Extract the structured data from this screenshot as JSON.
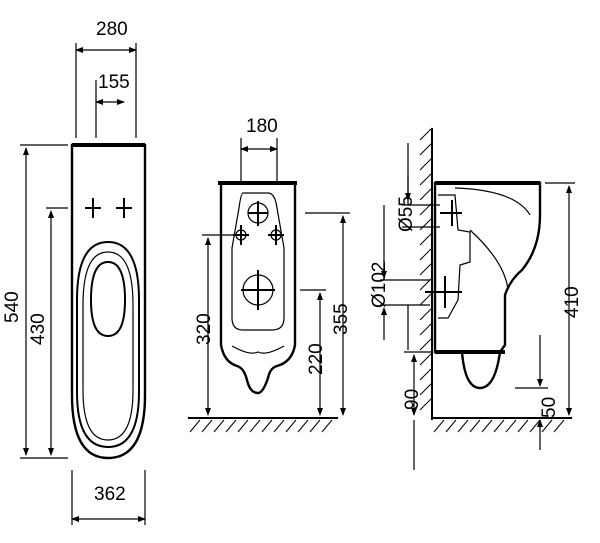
{
  "dimensions": {
    "front_overall_width_280": "280",
    "front_holes_155": "155",
    "front_height_540": "540",
    "front_inner_430": "430",
    "front_bottom_width_362": "362",
    "side_holes_180": "180",
    "side_height_320": "320",
    "side_height_355": "355",
    "side_height_220": "220",
    "profile_pipe_55": "Ø55",
    "profile_pipe_102": "Ø102",
    "profile_height_410": "410",
    "profile_offset_90": "90",
    "profile_offset_50": "50"
  }
}
